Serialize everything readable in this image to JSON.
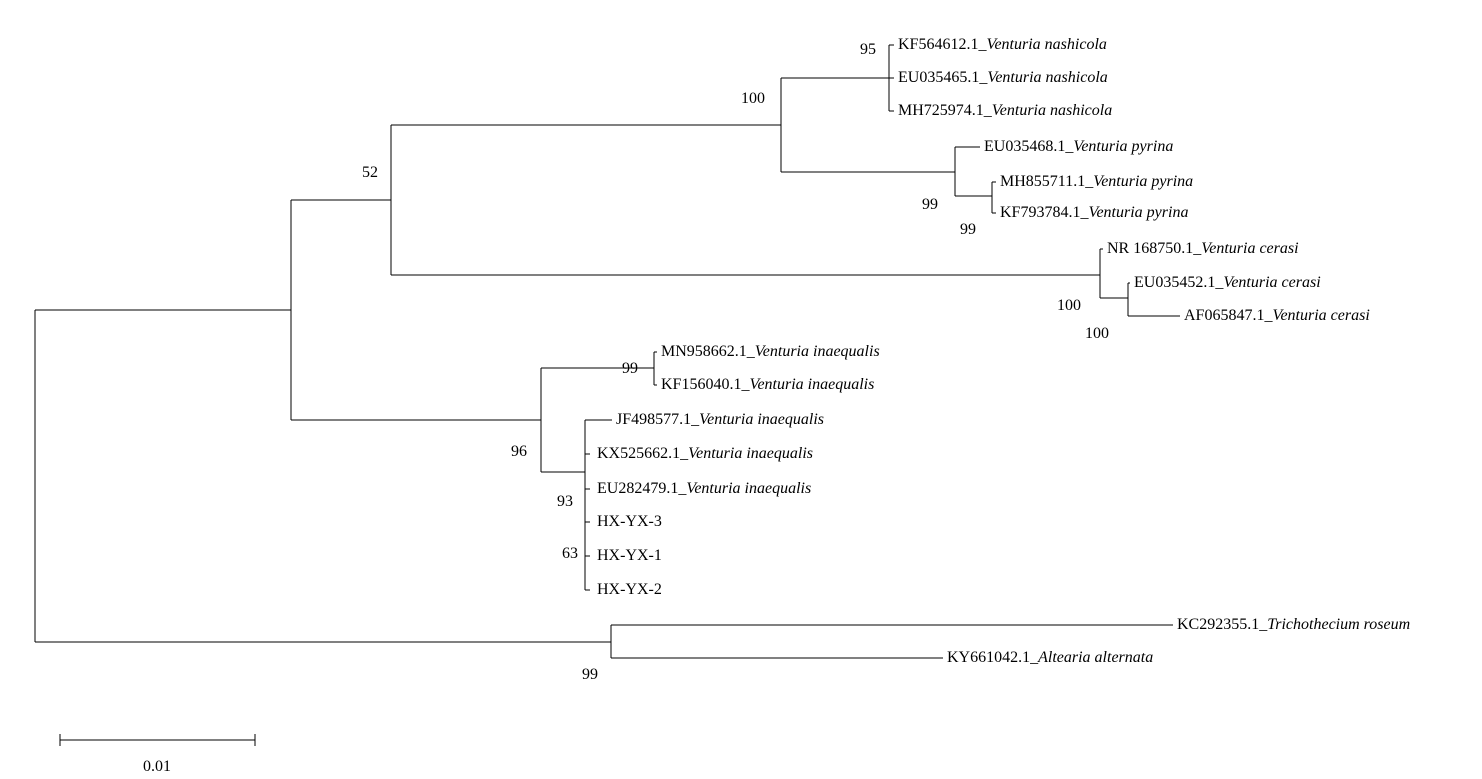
{
  "tree": {
    "leaves": [
      {
        "accession": "KF564612.1",
        "species": "Venturia nashicola"
      },
      {
        "accession": "EU035465.1",
        "species": "Venturia nashicola"
      },
      {
        "accession": "MH725974.1",
        "species": "Venturia nashicola"
      },
      {
        "accession": "EU035468.1",
        "species": "Venturia pyrina"
      },
      {
        "accession": "MH855711.1",
        "species": "Venturia pyrina"
      },
      {
        "accession": "KF793784.1",
        "species": "Venturia pyrina"
      },
      {
        "accession": "NR 168750.1",
        "species": "Venturia cerasi"
      },
      {
        "accession": "EU035452.1",
        "species": "Venturia cerasi"
      },
      {
        "accession": "AF065847.1",
        "species": "Venturia cerasi"
      },
      {
        "accession": "MN958662.1",
        "species": "Venturia inaequalis"
      },
      {
        "accession": "KF156040.1",
        "species": "Venturia inaequalis"
      },
      {
        "accession": "JF498577.1",
        "species": "Venturia inaequalis"
      },
      {
        "accession": "KX525662.1",
        "species": "Venturia inaequalis"
      },
      {
        "accession": "EU282479.1",
        "species": "Venturia inaequalis"
      },
      {
        "accession": "HX-YX-3",
        "species": ""
      },
      {
        "accession": "HX-YX-1",
        "species": ""
      },
      {
        "accession": "HX-YX-2",
        "species": ""
      },
      {
        "accession": "KC292355.1",
        "species": "Trichothecium roseum"
      },
      {
        "accession": "KY661042.1",
        "species": "Altearia alternata"
      }
    ],
    "support_values": [
      "95",
      "100",
      "99",
      "99",
      "52",
      "100",
      "100",
      "99",
      "96",
      "93",
      "63",
      "99"
    ],
    "scale_bar_label": "0.01"
  }
}
